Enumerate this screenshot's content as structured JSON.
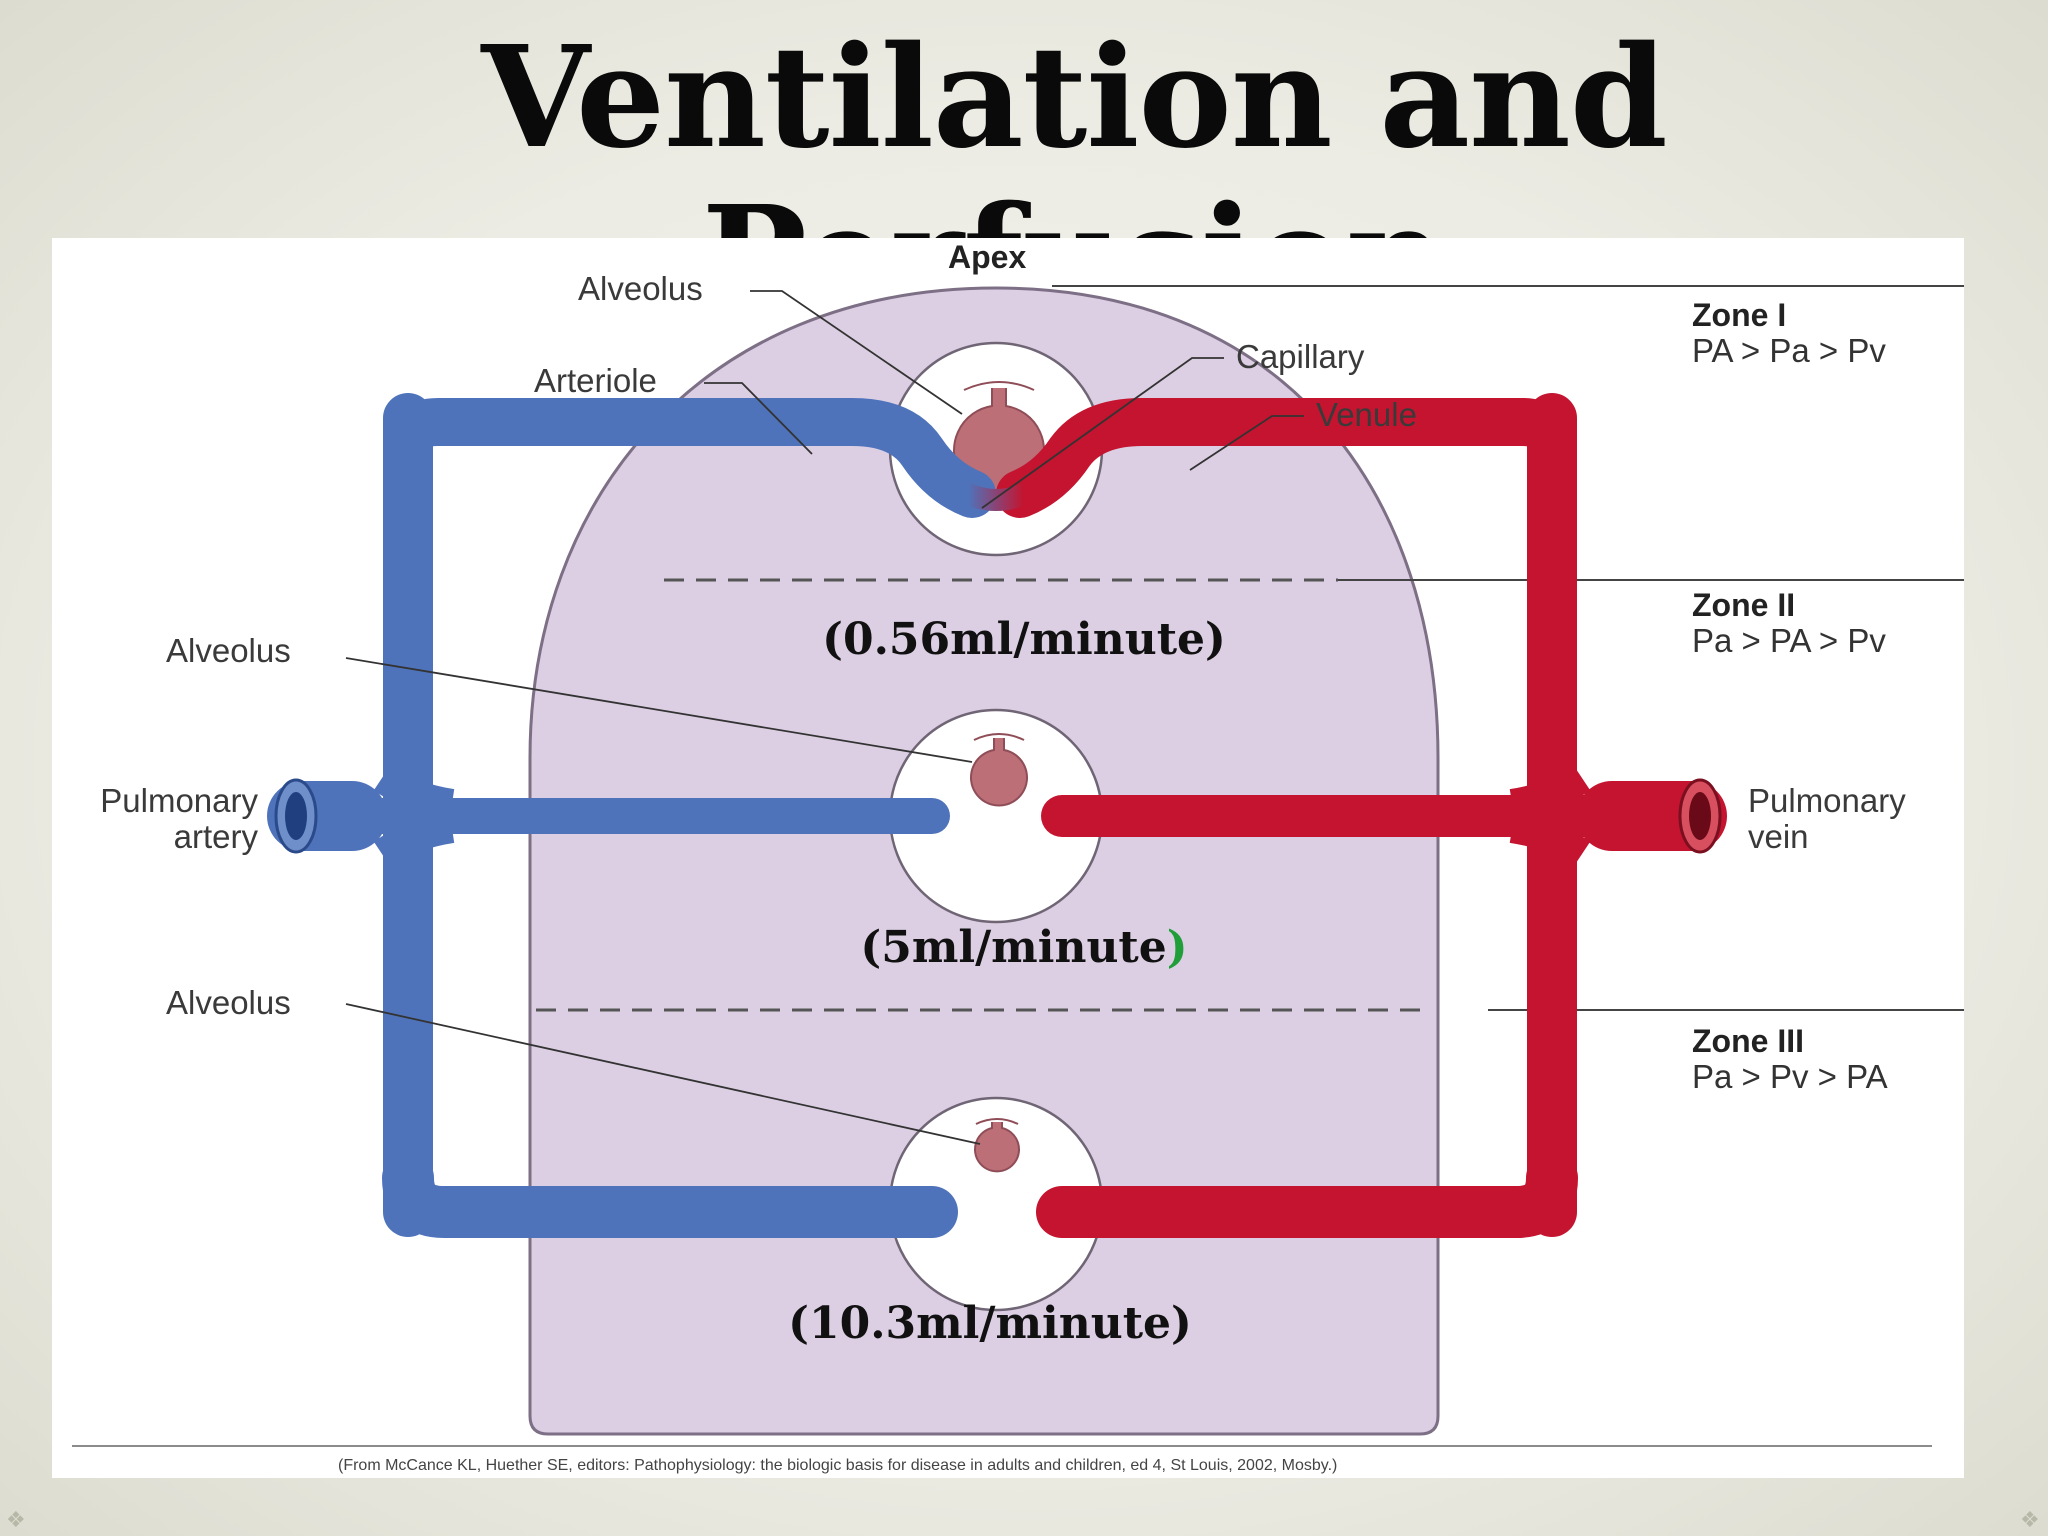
{
  "title": "Ventilation and Perfusion",
  "diagram": {
    "apex_label": "Apex",
    "labels": {
      "alveolus_top": "Alveolus",
      "arteriole": "Arteriole",
      "capillary": "Capillary",
      "venule": "Venule",
      "alveolus_mid": "Alveolus",
      "alveolus_bottom": "Alveolus",
      "pulmonary_artery_line1": "Pulmonary",
      "pulmonary_artery_line2": "artery",
      "pulmonary_vein_line1": "Pulmonary",
      "pulmonary_vein_line2": "vein"
    },
    "zones": [
      {
        "name": "Zone I",
        "relation": "PA > Pa > Pv"
      },
      {
        "name": "Zone II",
        "relation": "Pa > PA > Pv"
      },
      {
        "name": "Zone III",
        "relation": "Pa > Pv > PA"
      }
    ],
    "rates": {
      "zone1": "(0.56ml/minute)",
      "zone2_text": "(5ml/minute",
      "zone2_close": ")",
      "zone3": "(10.3ml/minute)"
    },
    "source": "(From McCance KL, Huether SE, editors: Pathophysiology: the biologic basis for disease in adults and children, ed 4, St Louis, 2002, Mosby.)",
    "colors": {
      "arterial_blue": "#4f73bb",
      "venous_red": "#c4142f",
      "lung_tissue": "#dccfe3",
      "alveolus": "#bc6f76",
      "green_paren": "#1f9e3a"
    }
  }
}
